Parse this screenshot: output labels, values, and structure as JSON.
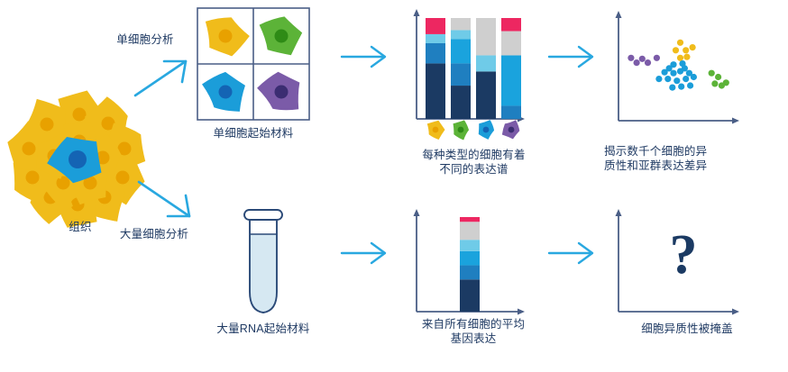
{
  "figure": {
    "title": "Single-cell analysis versus bulk cell analysis workflow",
    "background": "#ffffff"
  },
  "palette": {
    "navy": "#1b3a63",
    "text_navy": "#1f3a63",
    "arrow_blue": "#29a8e0",
    "axis": "#4a5e86",
    "cell_yellow": "#f0bc1b",
    "cell_yellow_nucleus": "#e8a100",
    "cell_green": "#5cb338",
    "cell_green_nucleus": "#2e8b16",
    "cell_blue": "#1b9dd9",
    "cell_blue_nucleus": "#1464b4",
    "cell_purple": "#7b5ba8",
    "cell_purple_nucleus": "#3b2d72",
    "bar_navy": "#1b3a63",
    "bar_mid_blue": "#1f7fc0",
    "bar_bright_blue": "#1aa3dd",
    "bar_light_cyan": "#6fcbe8",
    "bar_gray": "#cfcfcf",
    "bar_pink": "#ed2761",
    "tube_outline": "#2b4a78",
    "tube_liquid": "#d6e8f2",
    "grid_border": "#4a5e86"
  },
  "labels": {
    "tissue": "组织",
    "single_cell_analysis": "单细胞分析",
    "bulk_cell_analysis": "大量细胞分析",
    "single_cell_input": "单细胞起始材料",
    "bulk_rna_input": "大量RNA起始材料",
    "expression_profiles": "每种类型的细胞有着\n不同的表达谱",
    "average_expression": "来自所有细胞的平均\n基因表达",
    "heterogeneity_revealed": "揭示数千个细胞的异\n质性和亚群表达差异",
    "heterogeneity_masked": "细胞异质性被掩盖",
    "question_mark": "?"
  },
  "icons": {
    "arrow_single": "arrow-up-right-icon",
    "arrow_bulk": "arrow-down-right-icon",
    "arrow_right": "arrow-right-icon",
    "tissue_cluster": "tissue-cluster-icon",
    "tube": "microcentrifuge-tube-icon",
    "question": "question-mark-icon"
  },
  "tissue_cluster": {
    "cell_count": 17,
    "colors": [
      "#f0bc1b",
      "#5cb338",
      "#1b9dd9",
      "#7b5ba8"
    ]
  },
  "single_cell_grid": {
    "rows": 2,
    "cols": 2,
    "cells": [
      {
        "position": "top-left",
        "color": "#f0bc1b",
        "nucleus": "#e8a100",
        "name": "yellow-cell"
      },
      {
        "position": "top-right",
        "color": "#5cb338",
        "nucleus": "#2e8b16",
        "name": "green-cell"
      },
      {
        "position": "bottom-left",
        "color": "#1b9dd9",
        "nucleus": "#1464b4",
        "name": "blue-cell"
      },
      {
        "position": "bottom-right",
        "color": "#7b5ba8",
        "nucleus": "#3b2d72",
        "name": "purple-cell"
      }
    ]
  },
  "chart_data": [
    {
      "type": "bar",
      "id": "single-cell-expression-chart",
      "title": "每种类型的细胞有着不同的表达谱",
      "stacked": true,
      "grid": false,
      "legend": false,
      "xlabel": "",
      "ylabel": "",
      "ylim": [
        0,
        100
      ],
      "categories": [
        "yellow-cell",
        "green-cell",
        "blue-cell",
        "purple-cell"
      ],
      "category_colors": [
        "#f0bc1b",
        "#5cb338",
        "#1b9dd9",
        "#7b5ba8"
      ],
      "series": [
        {
          "name": "navy",
          "color": "#1b3a63",
          "values": [
            55,
            33,
            47,
            0
          ]
        },
        {
          "name": "mid-blue",
          "color": "#1f7fc0",
          "values": [
            20,
            22,
            0,
            13
          ]
        },
        {
          "name": "bright-blue",
          "color": "#1aa3dd",
          "values": [
            0,
            24,
            0,
            50
          ]
        },
        {
          "name": "light-cyan",
          "color": "#6fcbe8",
          "values": [
            9,
            9,
            16,
            0
          ]
        },
        {
          "name": "gray",
          "color": "#cfcfcf",
          "values": [
            0,
            12,
            37,
            24
          ]
        },
        {
          "name": "pink",
          "color": "#ed2761",
          "values": [
            16,
            0,
            0,
            13
          ]
        }
      ]
    },
    {
      "type": "scatter",
      "id": "cell-clusters-scatter",
      "title": "揭示数千个细胞的异质性和亚群表达差异",
      "grid": false,
      "legend": false,
      "xlabel": "",
      "ylabel": "",
      "xlim": [
        0,
        100
      ],
      "ylim": [
        0,
        100
      ],
      "clusters": [
        {
          "name": "purple-cluster",
          "color": "#7b5ba8",
          "count": 5,
          "points": [
            [
              8,
              62
            ],
            [
              13,
              57
            ],
            [
              18,
              61
            ],
            [
              23,
              57
            ],
            [
              31,
              62
            ]
          ]
        },
        {
          "name": "yellow-cluster",
          "color": "#f0bc1b",
          "count": 6,
          "points": [
            [
              52,
              78
            ],
            [
              48,
              70
            ],
            [
              57,
              70
            ],
            [
              63,
              73
            ],
            [
              52,
              62
            ],
            [
              58,
              63
            ]
          ]
        },
        {
          "name": "blue-cluster",
          "color": "#1b9dd9",
          "count": 16,
          "points": [
            [
              46,
              55
            ],
            [
              54,
              56
            ],
            [
              38,
              47
            ],
            [
              46,
              46
            ],
            [
              52,
              48
            ],
            [
              60,
              46
            ],
            [
              33,
              40
            ],
            [
              41,
              40
            ],
            [
              49,
              38
            ],
            [
              57,
              40
            ],
            [
              64,
              42
            ],
            [
              45,
              31
            ],
            [
              53,
              32
            ],
            [
              61,
              33
            ],
            [
              42,
              51
            ],
            [
              56,
              51
            ]
          ]
        },
        {
          "name": "green-cluster",
          "color": "#5cb338",
          "count": 5,
          "points": [
            [
              80,
              46
            ],
            [
              86,
              42
            ],
            [
              83,
              35
            ],
            [
              89,
              33
            ],
            [
              93,
              36
            ]
          ]
        }
      ]
    },
    {
      "type": "bar",
      "id": "bulk-average-expression-chart",
      "title": "来自所有细胞的平均基因表达",
      "stacked": true,
      "grid": false,
      "legend": false,
      "xlabel": "",
      "ylabel": "",
      "ylim": [
        0,
        100
      ],
      "categories": [
        "bulk"
      ],
      "series": [
        {
          "name": "navy",
          "color": "#1b3a63",
          "values": [
            34
          ]
        },
        {
          "name": "mid-blue",
          "color": "#1f7fc0",
          "values": [
            15
          ]
        },
        {
          "name": "bright-blue",
          "color": "#1aa3dd",
          "values": [
            15
          ]
        },
        {
          "name": "light-cyan",
          "color": "#6fcbe8",
          "values": [
            12
          ]
        },
        {
          "name": "gray",
          "color": "#cfcfcf",
          "values": [
            19
          ]
        },
        {
          "name": "pink",
          "color": "#ed2761",
          "values": [
            5
          ]
        }
      ]
    }
  ]
}
